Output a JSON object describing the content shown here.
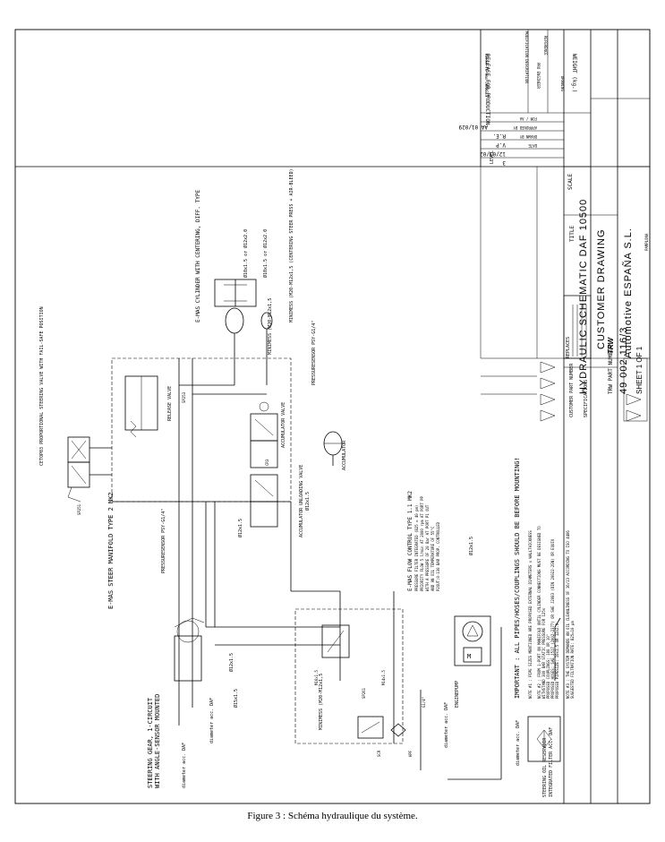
{
  "caption": "Figure 3 : Schéma hydraulique du système.",
  "title_block": {
    "title_label": "TITLE",
    "title": "HYDRAULIC SCHEMATIC DAF 10500",
    "company": "Automotive ESPAÑA S.L.",
    "part_number_label": "TRW PART NUMBER",
    "part_number": "49 002 116/3",
    "sheet_label": "SHEET 1 OF 1",
    "customer_drawing": "CUSTOMER DRAWING",
    "brand": "TRW",
    "weight": "WEIGHT (kg.)",
    "scale": "SCALE",
    "customer_part_number": "CUSTOMER PART NUMBER",
    "replaces": "REPLACES",
    "specifications": "SPECIFICATIONS",
    "city": "PAMPLONA"
  },
  "revision": {
    "level": "3",
    "date": "12/03/02",
    "drawn_by": "V.P",
    "approved_by": "R.E.",
    "fom": "AA 01/029",
    "release": "RELEASE FOR PRODUCTION",
    "release_note": "REFER TO 3ms CHANGES",
    "level_label": "LEVEL",
    "date_label": "DATE",
    "drawn_label": "DRAWN BY",
    "approved_label": "APPROVED BY",
    "fom_label": "FOM / AA",
    "modification_label": "MODIFICATION DESCRIPTION",
    "reference_label": "REFERENCE",
    "pro_engineer": "PRO ENGINEER",
    "drawing_label": "DRAWING"
  },
  "diagram": {
    "cylinder": "E-MAS CYLINDER WITH CENTERING, DIFF. TYPE",
    "valve": "CETOP03 PROPORTIONAL STEERING VALVE WITH FAIL-SAFE POSITION",
    "manifold": "E-MAS STEER MANIFOLD TYPE 2 MK2",
    "steering_gear_1": "STEERING GEAR, 1-CIRCUIT",
    "steering_gear_2": "WITH ANGLE-SENSOR MOUNTED",
    "release_valve": "RELEASE VALVE",
    "accumulator": "ACCUMULATOR",
    "accumulator_valve": "ACCUMULATOR VALVE",
    "accumulator_unloading": "ACCUMULATOR UNLOADING VALVE",
    "flow_control": "E-MAS FLOW CONTROL TYPE 1.1 MK2",
    "flow_note_1": "PRESSURE FILTER INTEGRATED (B25 = 40 pm)",
    "flow_note_2": "PRIORITY FLOW 5 l/min AT 2000 rpm AT PORT PP",
    "flow_note_3": "WITH A PRESSURE OF 20 Bar AT PORT P1 OUT",
    "flow_note_4": "AND AN OIL TEMPERATURE OF 55°C",
    "flow_note_5": "P2OUT:0-130 BAR PROP. CONTROLLED",
    "pressure_sensor_1": "PRESSURESENSOR PSY-G1/4\"",
    "pressure_sensor_2": "PRESSURESENSOR PSY-G1/4\"",
    "minimess_1": "MINIMESS (M20-M12x1,5 (CENTERING STEER PRESS + AIR-BLEED)",
    "minimess_2": "MINIMESS (M20-M12x1,5",
    "engine_pump": "ENGINEPUMP",
    "reservoir_1": "STEERING OIL RESERVOIR",
    "reservoir_2": "INTEGRATED FILTER ACC. DAF",
    "important": "IMPORTANT : ALL PIPES/HOSES/COUPLINGS SHOULD BE BEFORE MOUNTING!",
    "note_1": "NOTE #1 : PIPE SIZES MENTIONED ARE PROPOSED EXTERNAL DIAMETERS x WALLTHICKNESS",
    "note_2a": "NOTE #2 : FROM 1-PORT ON MANIFOLD UNTIL CYLINDER CONNECTIONS MUST BE DESIGNED TO",
    "note_2b": "WITHSTAND 300 BAR STATIC PRESSURE FOR 125s",
    "note_2c": "PROPOSED COUPLINGS: 180 OR 10°",
    "note_2d": "PROPOSED HOSES: SAE J517 (2002-2377) OR SAE J2083 (DIN 20022-2SN) OR EQUIV",
    "note_2e": "PROPOSED PIPESIZE: 10x1.5 OR 12x2.0",
    "note_3a": "NOTE #3 : THE SYSTEM DEMANDS AN OIL CLEANLINESS OF 16/13 ACCORDING TO ISO 4406",
    "note_3b": "SUGGESTED FILTRATION RATE: B25=10 μm",
    "acc_daf_1": "diameter acc. DAF",
    "acc_daf_2": "diameter acc. DAF",
    "acc_daf_3": "diameter acc. DAF",
    "acc_daf_4": "diameter acc. DAF",
    "pipe_12x1_5": "Ø12x1.5",
    "pipe_10x1_5": "Ø10x1.5 or Ø12x2.0",
    "pipe_15x1_5": "Ø15x1.5",
    "port_m16": "M16x1.5",
    "port_m14": "M14x1.5",
    "port_g14": "G1/4\"",
    "code_sp251": "SP251",
    "code_sp253": "SP253",
    "code_sp261": "SP261",
    "code_cr3": "CR3",
    "code_scr": "SCR",
    "code_hpf": "HPF",
    "motor": "M"
  }
}
